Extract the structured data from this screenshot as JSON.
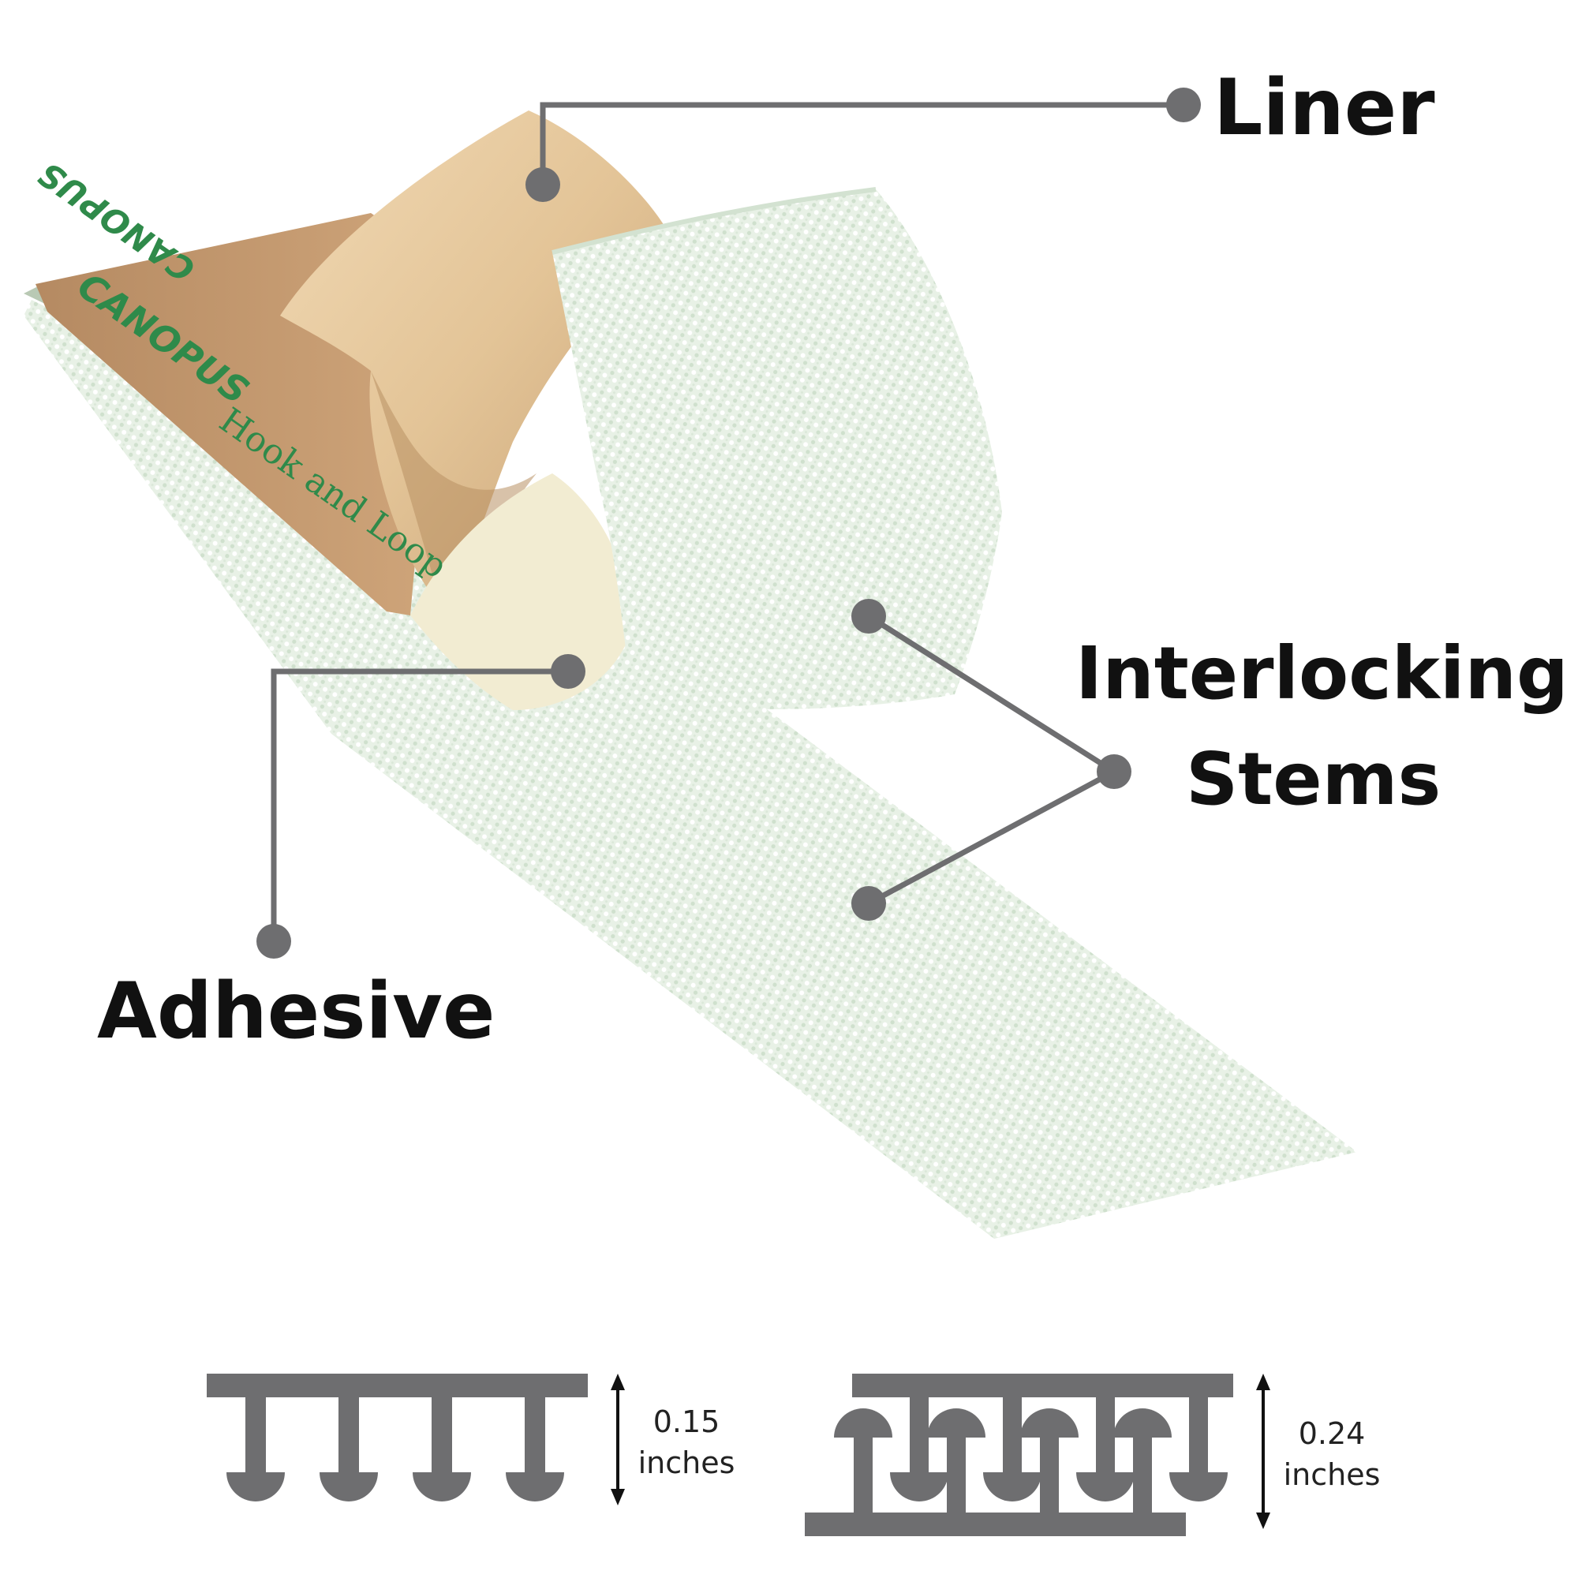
{
  "labels": {
    "liner": "Liner",
    "interlocking_line1": "Interlocking",
    "interlocking_line2": "Stems",
    "adhesive": "Adhesive"
  },
  "brand": {
    "name": "CANOPUS",
    "tagline": "Hook and Loop"
  },
  "dimensions": {
    "single": {
      "value": "0.15",
      "unit": "inches"
    },
    "interlocked": {
      "value": "0.24",
      "unit": "inches"
    }
  },
  "colors": {
    "callout": "#6e6e70",
    "label_text": "#111111",
    "liner": "#e2c297",
    "liner_shadow": "#c9a273",
    "tape": "#e6f0e4",
    "tape_texture": "#c7d9c6",
    "brand_text": "#2f8a4a"
  }
}
